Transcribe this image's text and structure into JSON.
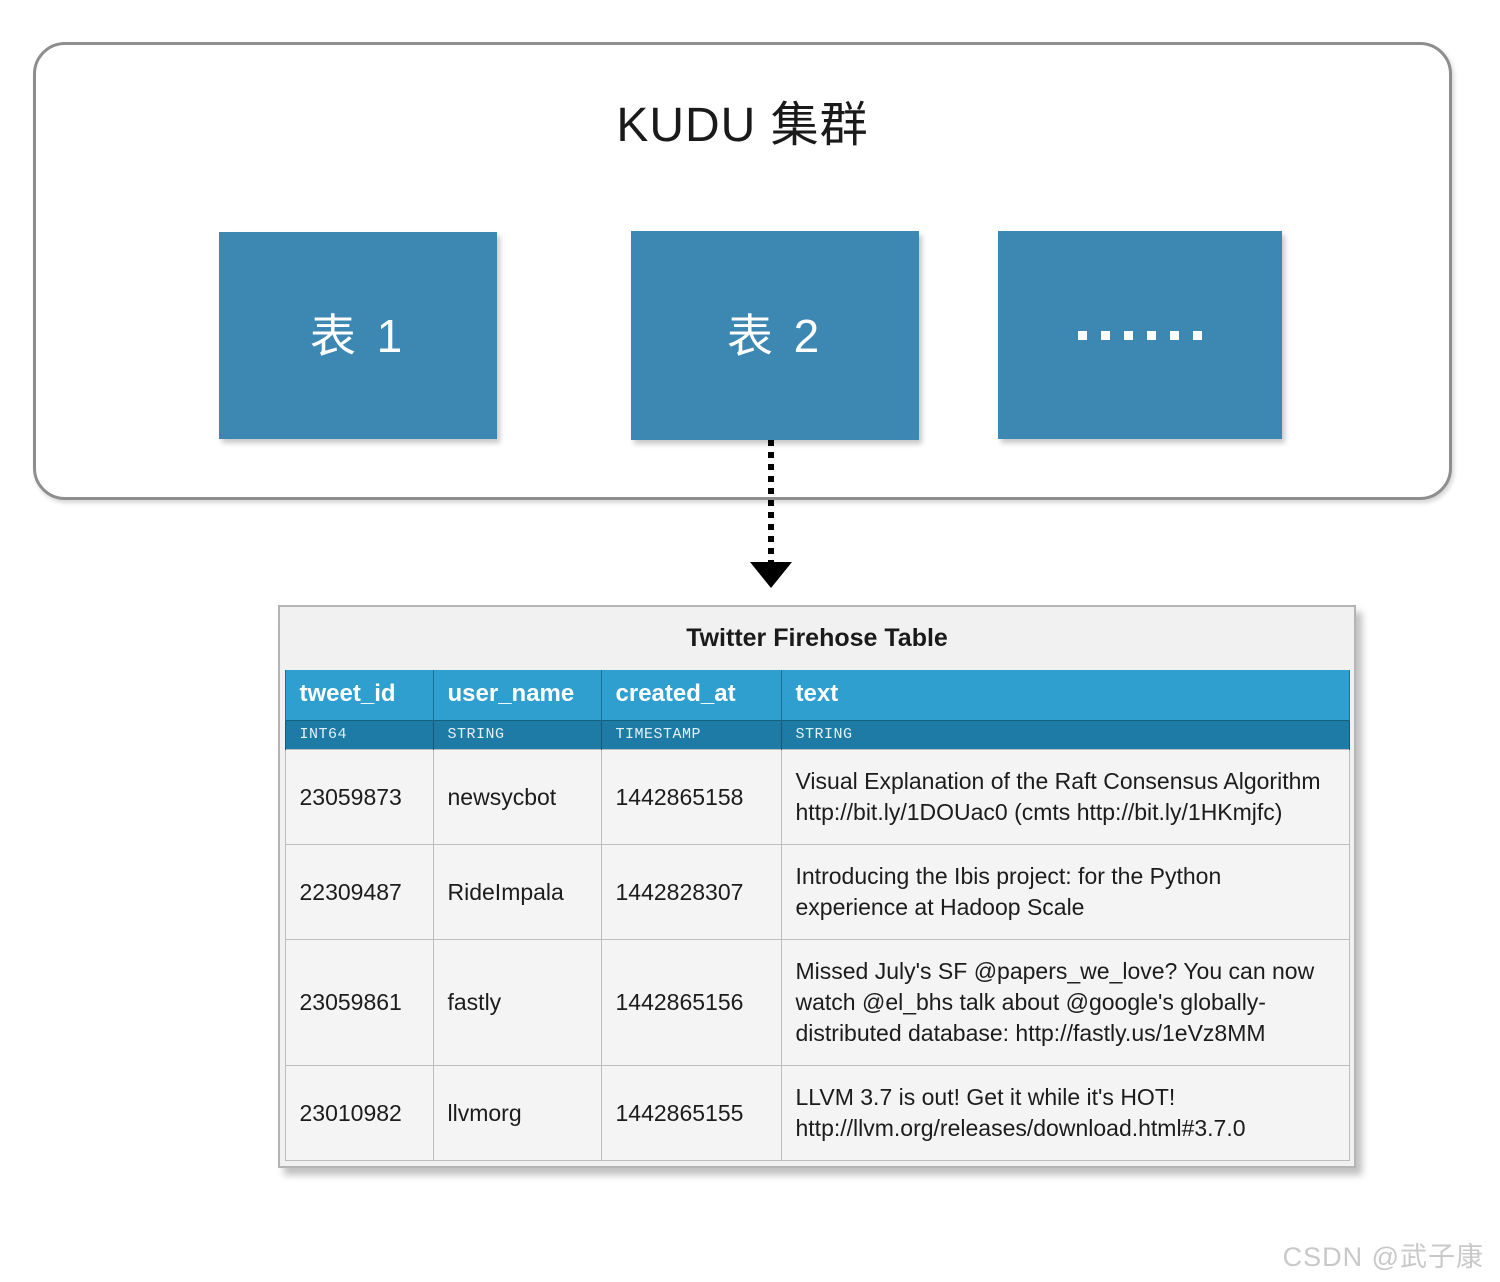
{
  "cluster": {
    "title": "KUDU 集群",
    "boxes": [
      {
        "label": "表 1",
        "kind": "table"
      },
      {
        "label": "表 2",
        "kind": "table"
      },
      {
        "label": "……",
        "kind": "ellipsis"
      }
    ]
  },
  "connector": {
    "from": "表 2",
    "to": "Twitter Firehose Table",
    "style": "dotted-arrow-down"
  },
  "firehose": {
    "title": "Twitter Firehose Table",
    "columns": [
      {
        "name": "tweet_id",
        "type": "INT64"
      },
      {
        "name": "user_name",
        "type": "STRING"
      },
      {
        "name": "created_at",
        "type": "TIMESTAMP"
      },
      {
        "name": "text",
        "type": "STRING"
      }
    ],
    "rows": [
      {
        "tweet_id": "23059873",
        "user_name": "newsycbot",
        "created_at": "1442865158",
        "text": "Visual Explanation of the Raft Consensus Algorithm http://bit.ly/1DOUac0 (cmts http://bit.ly/1HKmjfc)"
      },
      {
        "tweet_id": "22309487",
        "user_name": "RideImpala",
        "created_at": "1442828307",
        "text": "Introducing the Ibis project: for the Python experience at Hadoop Scale"
      },
      {
        "tweet_id": "23059861",
        "user_name": "fastly",
        "created_at": "1442865156",
        "text": "Missed July's SF @papers_we_love? You can now watch @el_bhs talk about @google's globally-distributed database: http://fastly.us/1eVz8MM"
      },
      {
        "tweet_id": "23010982",
        "user_name": "llvmorg",
        "created_at": "1442865155",
        "text": "LLVM 3.7 is out! Get it while it's HOT! http://llvm.org/releases/download.html#3.7.0"
      }
    ]
  },
  "watermark": "CSDN @武子康",
  "colors": {
    "box_blue": "#3d87b3",
    "header_blue": "#2f9fd0",
    "type_blue": "#1d7ba6",
    "cluster_border": "#8e8e8e",
    "cell_bg": "#f4f4f4"
  }
}
